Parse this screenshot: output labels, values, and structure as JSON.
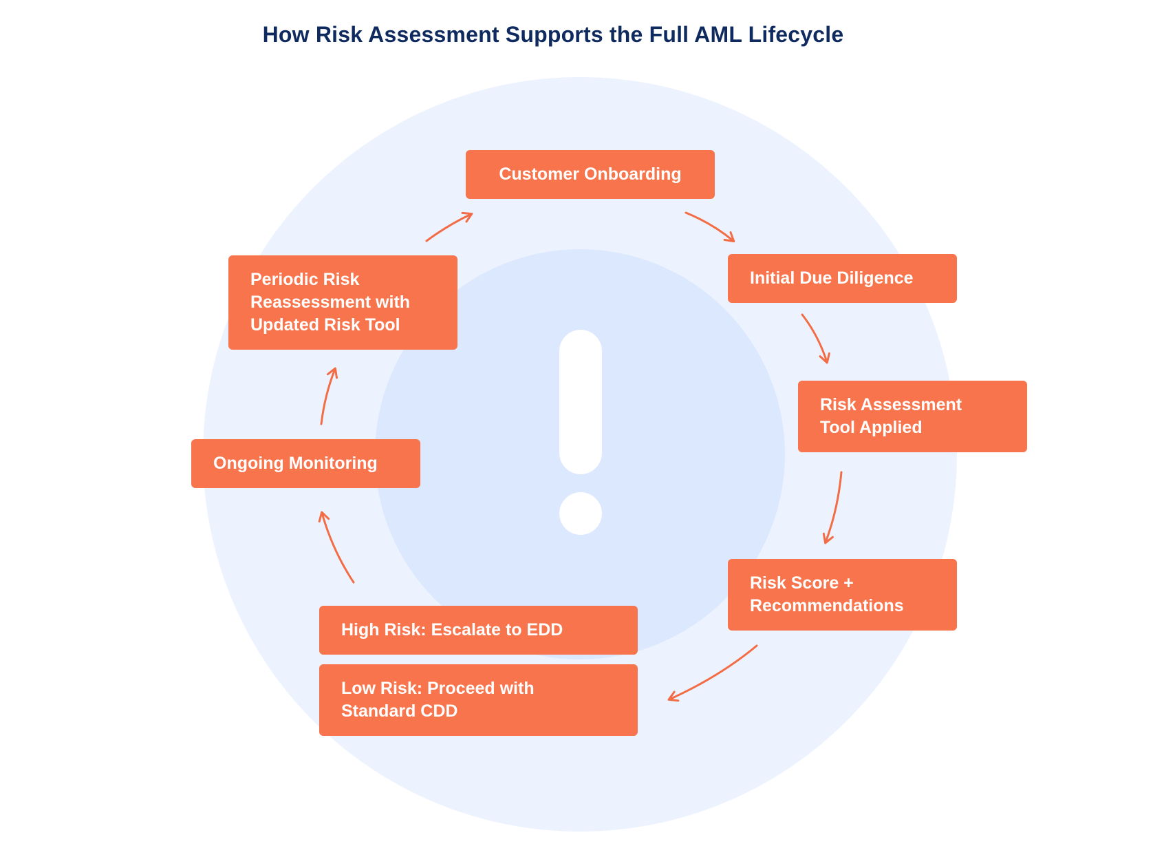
{
  "title": "How Risk Assessment Supports the Full AML Lifecycle",
  "colors": {
    "title": "#0f2a5e",
    "node_fill": "#f8744c",
    "node_text": "#ffffff",
    "arrow": "#f26c45",
    "outer_circle": "#edf3fe",
    "inner_circle": "#dbe8fd",
    "exclamation": "#ffffff"
  },
  "center_icon": "exclamation-icon",
  "nodes": {
    "customer_onboarding": "Customer Onboarding",
    "initial_due_diligence": "Initial Due Diligence",
    "risk_assessment_tool": "Risk Assessment\nTool Applied",
    "risk_score": "Risk Score +\nRecommendations",
    "high_risk": "High Risk: Escalate to EDD",
    "low_risk": "Low Risk: Proceed with\nStandard CDD",
    "ongoing_monitoring": "Ongoing Monitoring",
    "periodic_reassessment": "Periodic Risk\nReassessment with\nUpdated Risk Tool"
  }
}
